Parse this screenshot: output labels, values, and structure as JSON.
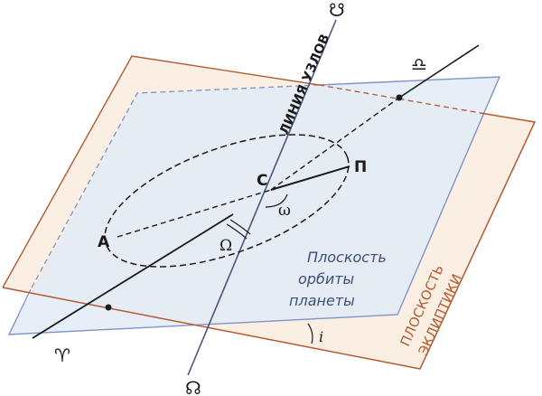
{
  "diagram": {
    "points": {
      "A": "A",
      "C": "С",
      "P": "П"
    },
    "angles": {
      "omega": "ω",
      "Omega": "Ω",
      "inclination": "i"
    },
    "symbols": {
      "aries": "♈",
      "libra": "♎",
      "ascending_node": "☊",
      "descending_node": "☋"
    },
    "labels": {
      "line_of_nodes": "ЛИНИЯ УЗЛОВ",
      "orbit_plane_line1": "Плоскость",
      "orbit_plane_line2": "орбиты",
      "orbit_plane_line3": "планеты",
      "ecliptic_line1": "ПЛОСКОСТЬ",
      "ecliptic_line2": "ЭКЛИПТИКИ"
    },
    "colors": {
      "ecliptic_fill": "#fbeee3",
      "ecliptic_edge": "#b35a30",
      "orbit_fill": "#e2ecf6",
      "orbit_edge": "#7f94c4",
      "node_line": "#4a5680",
      "orbit_text": "#3e4f78",
      "ecliptic_text": "#b35a30"
    }
  }
}
